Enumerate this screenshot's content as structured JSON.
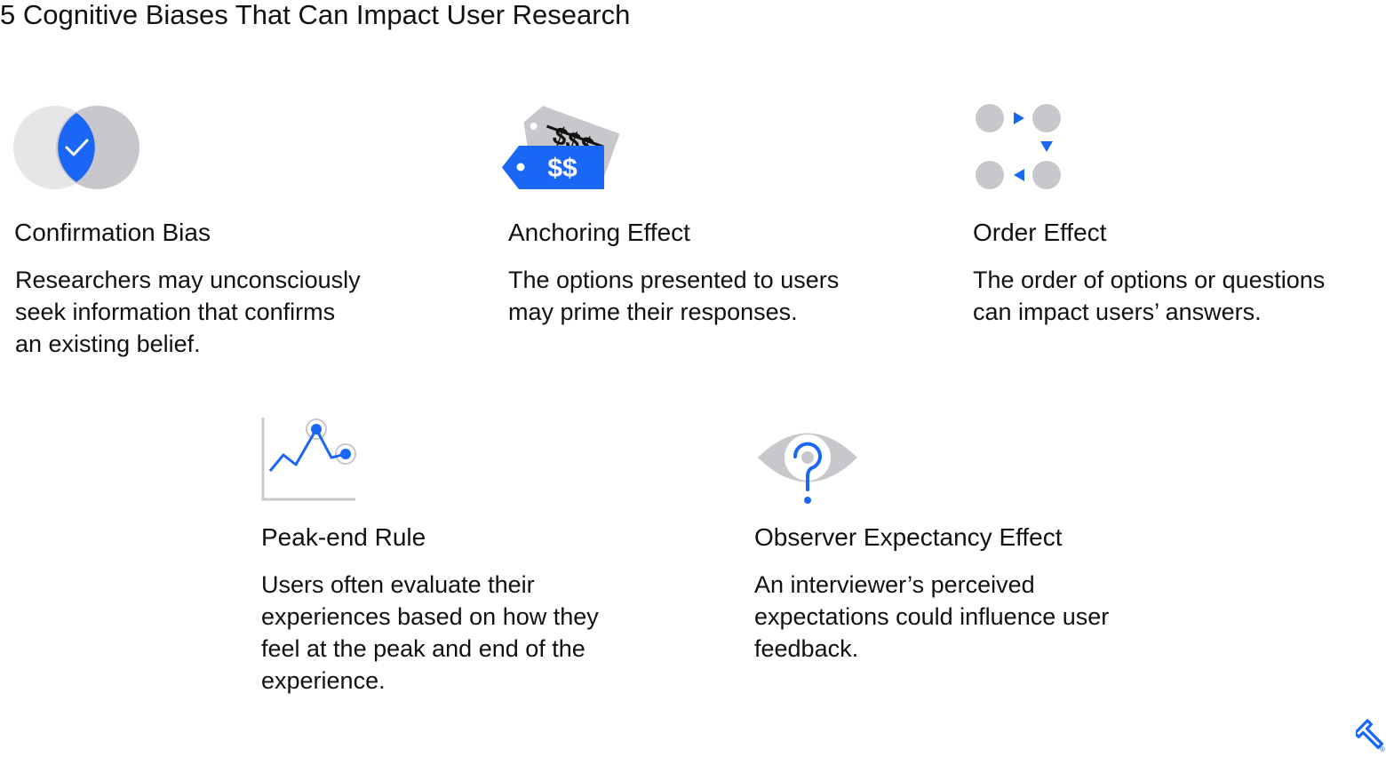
{
  "title": "5 Cognitive Biases That Can Impact User Research",
  "accent_color": "#1a66f5",
  "gray_color": "#c8c8cc",
  "cards": [
    {
      "icon": "venn-check-icon",
      "heading": "Confirmation Bias",
      "description": "Researchers may unconsciously\nseek information that confirms\nan existing belief."
    },
    {
      "icon": "price-tags-icon",
      "heading": "Anchoring Effect",
      "description": "The options presented to users\nmay prime their responses.",
      "tag_back_label": "$$$",
      "tag_front_label": "$$"
    },
    {
      "icon": "order-flow-icon",
      "heading": "Order Effect",
      "description": "The order of options or questions\ncan impact users’ answers."
    },
    {
      "icon": "peak-line-chart-icon",
      "heading": "Peak-end Rule",
      "description": "Users often evaluate their\nexperiences based on how they\nfeel at the peak and end of the\nexperience."
    },
    {
      "icon": "eye-question-icon",
      "heading": "Observer Expectancy Effect",
      "description": "An interviewer’s perceived\nexpectations could influence user\nfeedback."
    }
  ],
  "logo": {
    "icon": "toptal-logo-icon",
    "mark": "®"
  }
}
